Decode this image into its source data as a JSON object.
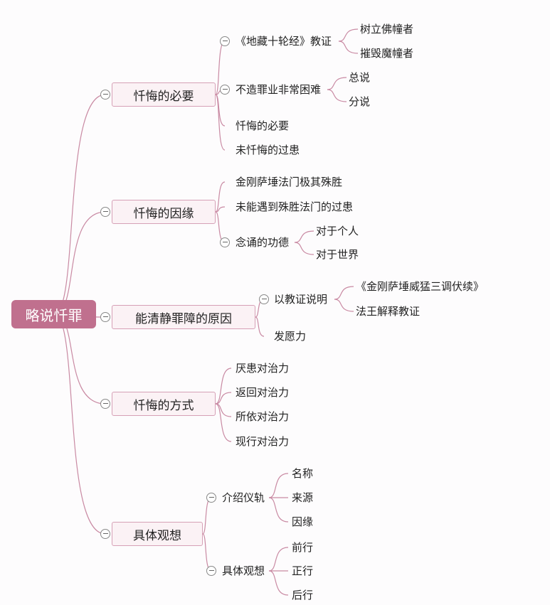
{
  "root": "略说忏罪",
  "branches": [
    {
      "label": "忏悔的必要",
      "children": [
        {
          "label": "《地藏十轮经》教证",
          "children": [
            "树立佛幢者",
            "摧毁魔幢者"
          ]
        },
        {
          "label": "不造罪业非常困难",
          "children": [
            "总说",
            "分说"
          ]
        },
        {
          "label": "忏悔的必要"
        },
        {
          "label": "未忏悔的过患"
        }
      ]
    },
    {
      "label": "忏悔的因缘",
      "children": [
        {
          "label": "金刚萨埵法门极其殊胜"
        },
        {
          "label": "未能遇到殊胜法门的过患"
        },
        {
          "label": "念诵的功德",
          "children": [
            "对于个人",
            "对于世界"
          ]
        }
      ]
    },
    {
      "label": "能清静罪障的原因",
      "children": [
        {
          "label": "以教证说明",
          "children": [
            "《金刚萨埵威猛三调伏续》",
            "法王解释教证"
          ]
        },
        {
          "label": "发愿力"
        }
      ]
    },
    {
      "label": "忏悔的方式",
      "children": [
        {
          "label": "厌患对治力"
        },
        {
          "label": "返回对治力"
        },
        {
          "label": "所依对治力"
        },
        {
          "label": "现行对治力"
        }
      ]
    },
    {
      "label": "具体观想",
      "children": [
        {
          "label": "介绍仪轨",
          "children": [
            "名称",
            "来源",
            "因缘"
          ]
        },
        {
          "label": "具体观想",
          "children": [
            "前行",
            "正行",
            "后行"
          ]
        }
      ]
    }
  ],
  "colors": {
    "root_fill": "#c0708e",
    "line": "#c98aa3",
    "node_border": "#d6a0b6",
    "node_fill": "#fbf2f5"
  }
}
